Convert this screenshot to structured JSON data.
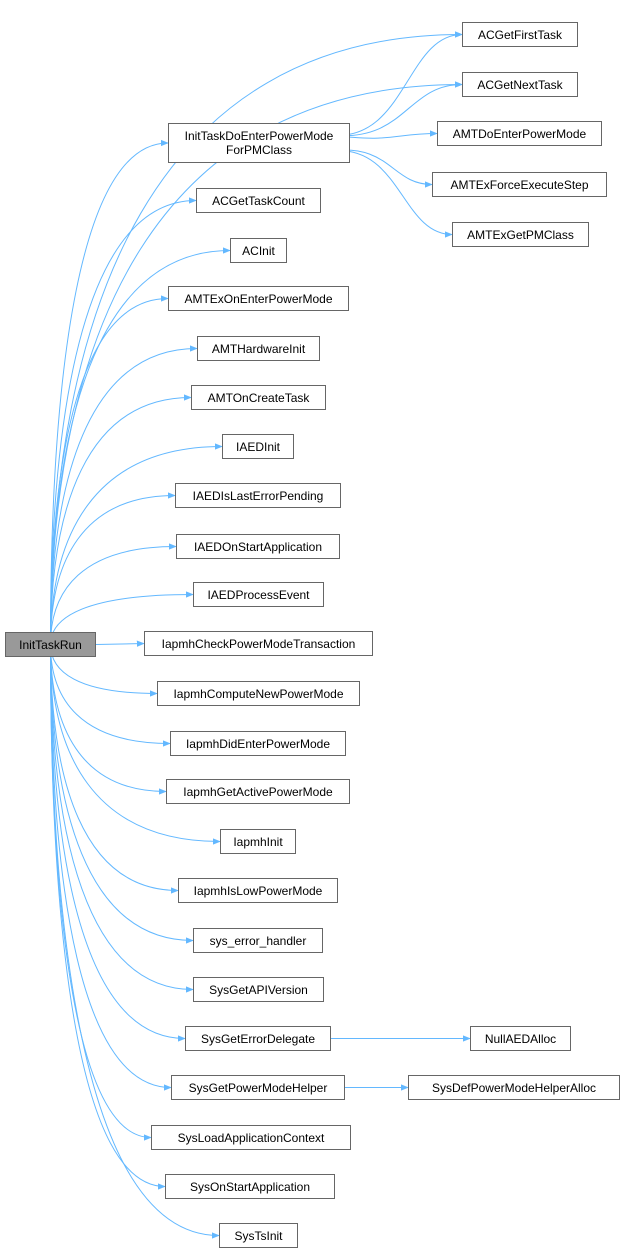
{
  "graph": {
    "edge_color": "#63b8ff",
    "root_fill": "#999999",
    "node_border": "#666666",
    "nodes": [
      {
        "id": "root",
        "label": "InitTaskRun"
      },
      {
        "id": "initTaskDoEnter",
        "label": "InitTaskDoEnterPowerMode\nForPMClass"
      },
      {
        "id": "acGetFirstTask",
        "label": "ACGetFirstTask"
      },
      {
        "id": "acGetNextTask",
        "label": "ACGetNextTask"
      },
      {
        "id": "amtDoEnter",
        "label": "AMTDoEnterPowerMode"
      },
      {
        "id": "amtExForce",
        "label": "AMTExForceExecuteStep"
      },
      {
        "id": "amtExGetPM",
        "label": "AMTExGetPMClass"
      },
      {
        "id": "acGetTaskCount",
        "label": "ACGetTaskCount"
      },
      {
        "id": "acInit",
        "label": "ACInit"
      },
      {
        "id": "amtExOnEnter",
        "label": "AMTExOnEnterPowerMode"
      },
      {
        "id": "amtHwInit",
        "label": "AMTHardwareInit"
      },
      {
        "id": "amtOnCreate",
        "label": "AMTOnCreateTask"
      },
      {
        "id": "iaedInit",
        "label": "IAEDInit"
      },
      {
        "id": "iaedIsLast",
        "label": "IAEDIsLastErrorPending"
      },
      {
        "id": "iaedOnStart",
        "label": "IAEDOnStartApplication"
      },
      {
        "id": "iaedProcess",
        "label": "IAEDProcessEvent"
      },
      {
        "id": "iapmhCheck",
        "label": "IapmhCheckPowerModeTransaction"
      },
      {
        "id": "iapmhCompute",
        "label": "IapmhComputeNewPowerMode"
      },
      {
        "id": "iapmhDidEnter",
        "label": "IapmhDidEnterPowerMode"
      },
      {
        "id": "iapmhGetActive",
        "label": "IapmhGetActivePowerMode"
      },
      {
        "id": "iapmhInit",
        "label": "IapmhInit"
      },
      {
        "id": "iapmhIsLow",
        "label": "IapmhIsLowPowerMode"
      },
      {
        "id": "sysErrorHandler",
        "label": "sys_error_handler"
      },
      {
        "id": "sysGetApi",
        "label": "SysGetAPIVersion"
      },
      {
        "id": "sysGetErrorDelegate",
        "label": "SysGetErrorDelegate"
      },
      {
        "id": "nullAedAlloc",
        "label": "NullAEDAlloc"
      },
      {
        "id": "sysGetPmHelper",
        "label": "SysGetPowerModeHelper"
      },
      {
        "id": "sysDefPmHelperAlloc",
        "label": "SysDefPowerModeHelperAlloc"
      },
      {
        "id": "sysLoadAppCtx",
        "label": "SysLoadApplicationContext"
      },
      {
        "id": "sysOnStart",
        "label": "SysOnStartApplication"
      },
      {
        "id": "sysTsInit",
        "label": "SysTsInit"
      }
    ],
    "edges": [
      [
        "root",
        "acGetFirstTask"
      ],
      [
        "root",
        "acGetNextTask"
      ],
      [
        "root",
        "initTaskDoEnter"
      ],
      [
        "root",
        "acGetTaskCount"
      ],
      [
        "root",
        "acInit"
      ],
      [
        "root",
        "amtExOnEnter"
      ],
      [
        "root",
        "amtHwInit"
      ],
      [
        "root",
        "amtOnCreate"
      ],
      [
        "root",
        "iaedInit"
      ],
      [
        "root",
        "iaedIsLast"
      ],
      [
        "root",
        "iaedOnStart"
      ],
      [
        "root",
        "iaedProcess"
      ],
      [
        "root",
        "iapmhCheck"
      ],
      [
        "root",
        "iapmhCompute"
      ],
      [
        "root",
        "iapmhDidEnter"
      ],
      [
        "root",
        "iapmhGetActive"
      ],
      [
        "root",
        "iapmhInit"
      ],
      [
        "root",
        "iapmhIsLow"
      ],
      [
        "root",
        "sysErrorHandler"
      ],
      [
        "root",
        "sysGetApi"
      ],
      [
        "root",
        "sysGetErrorDelegate"
      ],
      [
        "root",
        "sysGetPmHelper"
      ],
      [
        "root",
        "sysLoadAppCtx"
      ],
      [
        "root",
        "sysOnStart"
      ],
      [
        "root",
        "sysTsInit"
      ],
      [
        "initTaskDoEnter",
        "acGetFirstTask"
      ],
      [
        "initTaskDoEnter",
        "acGetNextTask"
      ],
      [
        "initTaskDoEnter",
        "amtDoEnter"
      ],
      [
        "initTaskDoEnter",
        "amtExForce"
      ],
      [
        "initTaskDoEnter",
        "amtExGetPM"
      ],
      [
        "sysGetErrorDelegate",
        "nullAedAlloc"
      ],
      [
        "sysGetPmHelper",
        "sysDefPmHelperAlloc"
      ]
    ]
  }
}
